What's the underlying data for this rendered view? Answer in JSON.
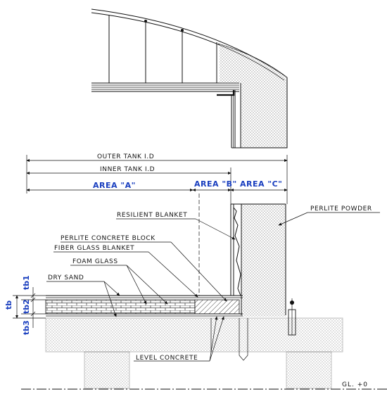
{
  "labels": {
    "outer_tank": "OUTER TANK I.D",
    "inner_tank": "INNER TANK I.D",
    "area_a": "AREA \"A\"",
    "area_b": "AREA \"B\"",
    "area_c": "AREA \"C\"",
    "resilient_blanket": "RESILIENT BLANKET",
    "perlite_powder": "PERLITE POWDER",
    "perlite_concrete_block": "PERLITE CONCRETE BLOCK",
    "fiber_glass_blanket": "FIBER GLASS BLANKET",
    "foam_glass": "FOAM GLASS",
    "dry_sand": "DRY SAND",
    "level_concrete": "LEVEL CONCRETE",
    "ground_level": "GL. +0"
  },
  "thickness_labels": {
    "tb": "tb",
    "tb1": "tb1",
    "tb2": "tb2",
    "tb3": "tb3"
  },
  "colors": {
    "line": "#111111",
    "area_label": "#1a3fbf"
  }
}
